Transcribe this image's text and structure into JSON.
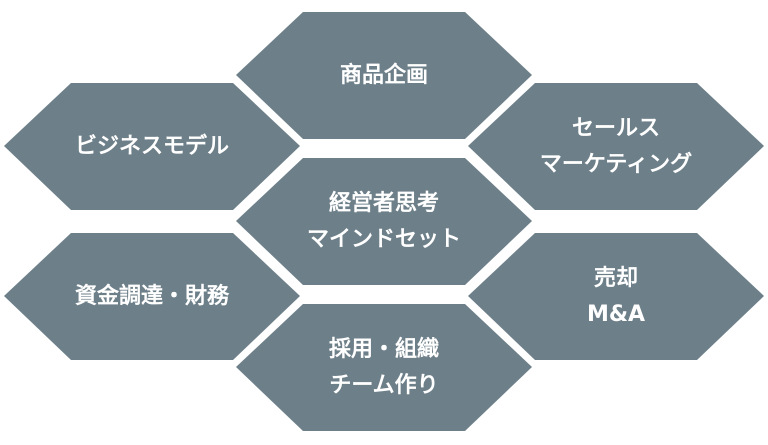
{
  "colors": {
    "hexagon_fill": "#6d7f89",
    "background": "#ffffff",
    "text": "#ffffff"
  },
  "hexagons": [
    {
      "id": "product-planning",
      "lines": [
        "商品企画"
      ]
    },
    {
      "id": "business-model",
      "lines": [
        "ビジネスモデル"
      ]
    },
    {
      "id": "sales-marketing",
      "lines": [
        "セールス",
        "マーケティング"
      ]
    },
    {
      "id": "management-mindset",
      "lines": [
        "経営者思考",
        "マインドセット"
      ]
    },
    {
      "id": "fundraising-finance",
      "lines": [
        "資金調達・財務"
      ]
    },
    {
      "id": "sale-ma",
      "lines": [
        "売却",
        "M&A"
      ]
    },
    {
      "id": "hiring-team",
      "lines": [
        "採用・組織",
        "チーム作り"
      ]
    }
  ]
}
